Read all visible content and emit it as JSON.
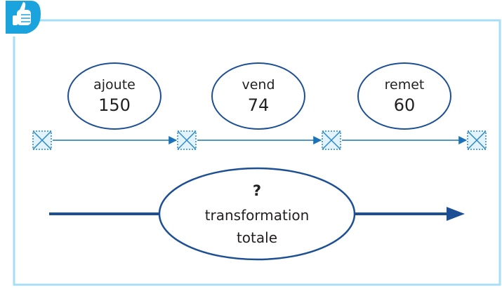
{
  "colors": {
    "frame": "#a6dff5",
    "badge": "#1aa3dd",
    "stroke": "#1d4f94",
    "arrow": "#1a73b8",
    "box": "#2b87c8",
    "text": "#231f20"
  },
  "badge": {
    "icon": "thumbs-up-icon"
  },
  "steps": [
    {
      "verb": "ajoute",
      "value": "150"
    },
    {
      "verb": "vend",
      "value": "74"
    },
    {
      "verb": "remet",
      "value": "60"
    }
  ],
  "total": {
    "question": "?",
    "line1": "transformation",
    "line2": "totale"
  }
}
